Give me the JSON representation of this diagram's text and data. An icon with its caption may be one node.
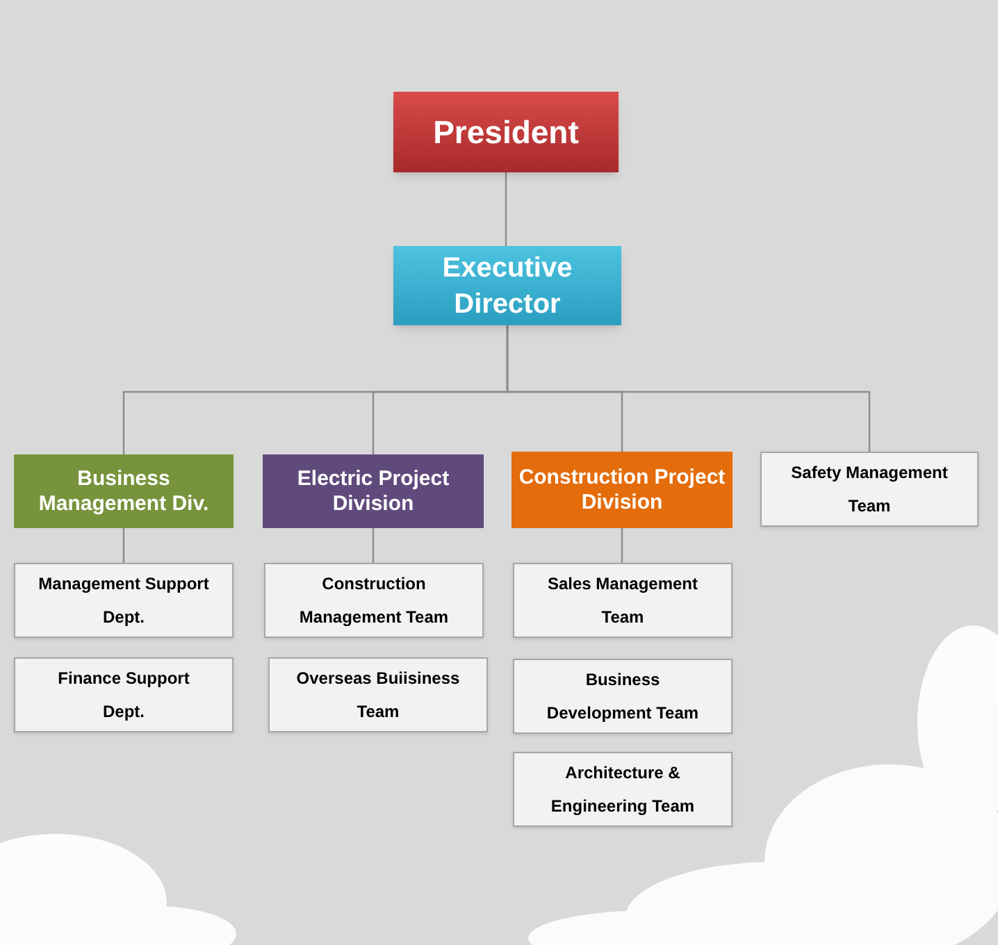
{
  "diagram": {
    "nodes": [
      {
        "text": [
          "President"
        ]
      },
      {
        "text": [
          "Executive Director"
        ]
      },
      {
        "text": [
          "Business Management Div."
        ]
      },
      {
        "text": [
          "Management Support Dept."
        ]
      },
      {
        "text": [
          "Finance Support Dept."
        ]
      },
      {
        "text": [
          "Electric Project Division"
        ]
      },
      {
        "text": [
          "Construction Management Team"
        ]
      },
      {
        "text": [
          "Overseas Buiisiness Team"
        ]
      },
      {
        "text": [
          "Construction Project Division"
        ]
      },
      {
        "text": [
          "Sales Management Team"
        ]
      },
      {
        "text": [
          "Business Development Team"
        ]
      },
      {
        "text": [
          "Architecture & Engineering Team"
        ]
      },
      {
        "text": [
          "Safety Management Team"
        ]
      }
    ],
    "edges": [
      {
        "from": 0,
        "to": 1,
        "arrow": "none"
      },
      {
        "from": 1,
        "to": 2,
        "arrow": "none"
      },
      {
        "from": 1,
        "to": 5,
        "arrow": "none"
      },
      {
        "from": 1,
        "to": 8,
        "arrow": "none"
      },
      {
        "from": 1,
        "to": 12,
        "arrow": "none"
      },
      {
        "from": 2,
        "to": 3,
        "arrow": "none"
      },
      {
        "from": 5,
        "to": 6,
        "arrow": "none"
      },
      {
        "from": 8,
        "to": 9,
        "arrow": "none"
      }
    ]
  }
}
